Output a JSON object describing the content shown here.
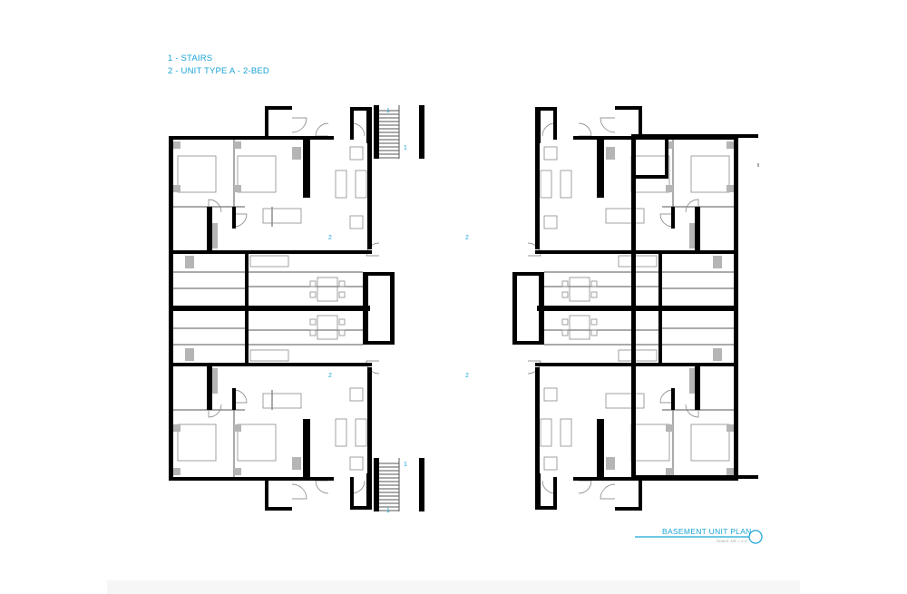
{
  "colors": {
    "accent": "#1aa3d6",
    "wall": "#000000",
    "line": "#8a8a8a",
    "fixture": "#b5b5b5"
  },
  "legend": [
    {
      "label": "1 - STAIRS"
    },
    {
      "label": "2 - UNIT TYPE A - 2-BED"
    }
  ],
  "room_tags": {
    "stairs": "1",
    "unit": "2"
  },
  "plan": {
    "title": "BASEMENT UNIT PLAN",
    "scale": "SCALE: 1/8\" = 1'-0\""
  }
}
